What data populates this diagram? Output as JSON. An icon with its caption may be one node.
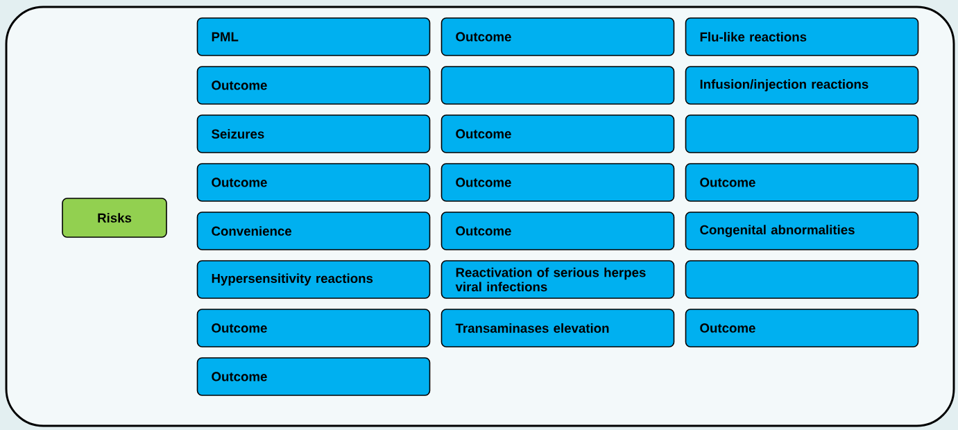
{
  "diagram": {
    "nodes": [
      {
        "text": [],
        "shape": "box"
      },
      {
        "text": [
          "Risks"
        ],
        "in": 0
      },
      {
        "text": [
          "PML"
        ],
        "in": 0
      },
      {
        "text": [
          "Outcome"
        ],
        "in": 0
      },
      {
        "text": [
          "Flu-like reactions"
        ],
        "in": 0
      },
      {
        "text": [
          "Outcome"
        ],
        "in": 0
      },
      {
        "text": [],
        "shape": "box",
        "in": 0
      },
      {
        "text": [
          "Infusion/injection reactions"
        ],
        "in": 0
      },
      {
        "text": [
          "Seizures"
        ],
        "in": 0
      },
      {
        "text": [
          "Outcome"
        ],
        "in": 0
      },
      {
        "text": [],
        "shape": "box",
        "in": 0
      },
      {
        "text": [
          "Outcome"
        ],
        "in": 0
      },
      {
        "text": [
          "Outcome"
        ],
        "in": 0
      },
      {
        "text": [
          "Outcome"
        ],
        "in": 0
      },
      {
        "text": [
          "Convenience"
        ],
        "in": 0
      },
      {
        "text": [
          "Outcome"
        ],
        "in": 0
      },
      {
        "text": [
          "Congenital abnormalities"
        ],
        "in": 0
      },
      {
        "text": [
          "Hypersensitivity reactions"
        ],
        "in": 0
      },
      {
        "text": [
          "Reactivation of serious herpes viral infections"
        ],
        "in": 0
      },
      {
        "text": [],
        "shape": "box",
        "in": 0
      },
      {
        "text": [
          "Outcome"
        ],
        "in": 0
      },
      {
        "text": [
          "Transaminases elevation"
        ],
        "in": 0
      },
      {
        "text": [
          "Outcome"
        ],
        "in": 0
      },
      {
        "text": [
          "Outcome"
        ],
        "in": 0
      }
    ]
  }
}
